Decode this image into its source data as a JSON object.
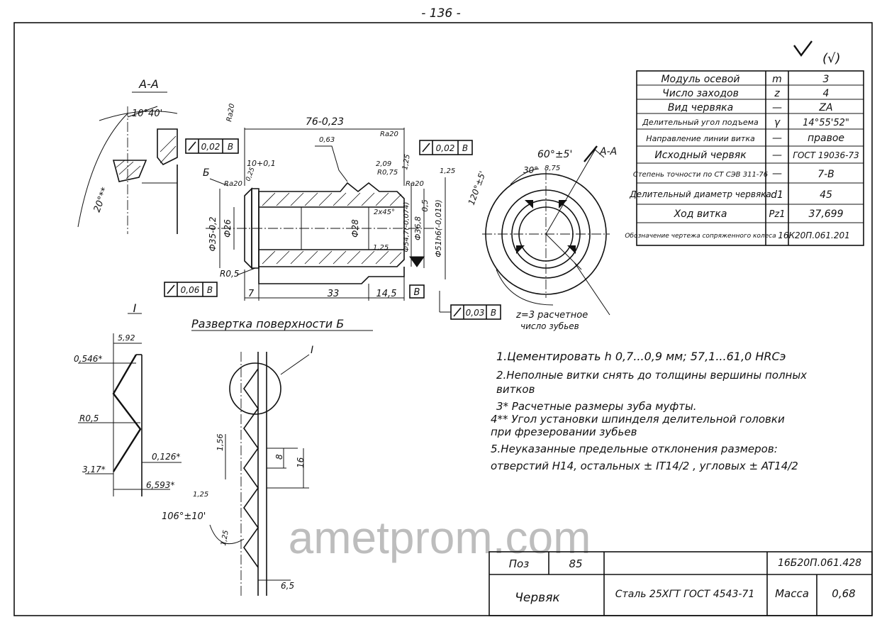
{
  "page_number": "- 136 -",
  "stamp": "(√)",
  "params_table": [
    {
      "name": "Модуль осевой",
      "sym": "m",
      "val": "3"
    },
    {
      "name": "Число заходов",
      "sym": "z",
      "val": "4"
    },
    {
      "name": "Вид червяка",
      "sym": "—",
      "val": "ZA"
    },
    {
      "name": "Делительный угол подъема",
      "sym": "γ",
      "val": "14°55'52\""
    },
    {
      "name": "Направление линии витка",
      "sym": "—",
      "val": "правое"
    },
    {
      "name": "Исходный червяк",
      "sym": "—",
      "val": "ГОСТ 19036-73"
    },
    {
      "name": "Степень точности по СТ СЭВ 311-76",
      "sym": "—",
      "val": "7-В"
    },
    {
      "name": "Делительный диаметр червяка",
      "sym": "d1",
      "val": "45"
    },
    {
      "name": "Ход витка",
      "sym": "Pz1",
      "val": "37,699"
    },
    {
      "name": "Обозначение чертежа сопряженного колеса",
      "sym": "",
      "val": "16К20П.061.201"
    }
  ],
  "views": {
    "section_aa": "А-А",
    "detail_i": "I",
    "surface_unfold": "Развертка поверхности Б",
    "detail_marker": "I",
    "view_b": "Б"
  },
  "dimensions": {
    "length_total": "76-0,23",
    "angle_aa": "10°40'",
    "angle_20": "20°**",
    "angle_60": "60°±5'",
    "angle_120": "120°±5'",
    "angle_30": "30°",
    "d35": "Ф35-0,2",
    "d26": "Ф26",
    "d28": "Ф28",
    "d54": "Ф54,7(-0,074)",
    "d368": "Ф36,8",
    "d51": "Ф51h6(-0,019)",
    "d05": "0,5",
    "chamfer": "2x45°",
    "r05": "R0,5",
    "len7": "7",
    "len33": "33",
    "len145": "14,5",
    "w1001": "10+0,1",
    "r025": "0,25",
    "r075": "R0,75",
    "r209": "2,09",
    "rough_063": "0,63",
    "rough_125a": "1,25",
    "rough_125b": "1,25",
    "rough_125c": "1,25",
    "rough_125d": "1,25",
    "rough_125e": "1,25",
    "rough_r20a": "Ra20",
    "rough_r20b": "Ra20",
    "rough_r20c": "Ra20",
    "rough_r20d": "Ra20",
    "d875": "8,75",
    "dim_592": "5,92",
    "dim_0546": "0,546*",
    "dim_r05b": "R0,5",
    "dim_0126": "0,126*",
    "dim_317": "3,17*",
    "dim_6593": "6,593*",
    "dim_106": "106°±10'",
    "dim_156": "1,56",
    "dim_8": "8",
    "dim_16": "16",
    "dim_65": "6,5"
  },
  "tolerances": {
    "t1": {
      "val": "0,02",
      "base": "В"
    },
    "t2": {
      "val": "0,02",
      "base": "В"
    },
    "t3": {
      "val": "0,06",
      "base": "В"
    },
    "t4": {
      "val": "0,03",
      "base": "В"
    }
  },
  "base_label": "В",
  "z_note": [
    "z=3 расчетное",
    "число зубьев"
  ],
  "notes": [
    "1.Цементировать h 0,7...0,9 мм; 57,1...61,0 HRCэ",
    "2.Неполные витки снять до толщины вершины полных",
    "витков",
    "3* Расчетные размеры зуба муфты.",
    "4** Угол установки шпинделя делительной головки",
    "при фрезеровании зубьев",
    "5.Неуказанные предельные отклонения размеров:",
    "отверстий Н14, остальных ± IT14/2 , угловых ± AT14/2"
  ],
  "title_block": {
    "pos_label": "Поз",
    "pos_value": "85",
    "doc_number": "16Б20П.061.428",
    "part_name": "Червяк",
    "material": "Сталь 25ХГТ ГОСТ 4543-71",
    "mass_label": "Масса",
    "mass_value": "0,68"
  },
  "watermark": "ametprom.com"
}
